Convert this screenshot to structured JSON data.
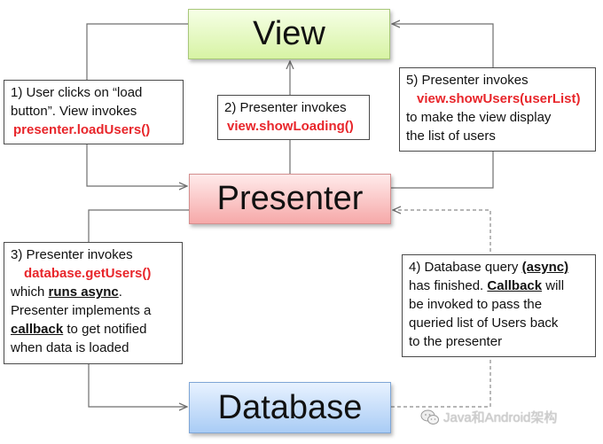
{
  "nodes": {
    "view": "View",
    "presenter": "Presenter",
    "database": "Database"
  },
  "notes": {
    "step1": {
      "line1": "1) User clicks on “load",
      "line2": "button”. View invokes",
      "code": "presenter.loadUsers()"
    },
    "step2": {
      "line1": "2) Presenter invokes",
      "code": "view.showLoading()"
    },
    "step3": {
      "line1": "3) Presenter invokes",
      "code": "database.getUsers()",
      "which": "which ",
      "runs_async": "runs async",
      "period": ".",
      "line4": "Presenter implements a",
      "callback": "callback",
      "line5_rest": " to get notified",
      "line6": "when data is loaded"
    },
    "step4": {
      "line1_pre": "4) Database query ",
      "async": "(async)",
      "line2_pre": "has finished.  ",
      "callback": "Callback",
      "line2_post": " will",
      "line3": "be invoked to pass the",
      "line4": "queried list of Users back",
      "line5": "to the presenter"
    },
    "step5": {
      "line1": "5) Presenter invokes",
      "code": "view.showUsers(userList)",
      "line3": "to make the view display",
      "line4": "the list of users"
    }
  },
  "watermark": {
    "text": "Java和Android架构",
    "icon": "wechat-icon"
  },
  "colors": {
    "highlight": "#e8262b",
    "view_fill": "#d7f3a4",
    "presenter_fill": "#f6a9a9",
    "database_fill": "#a9ccf5",
    "connector": "#6f6f6f"
  }
}
